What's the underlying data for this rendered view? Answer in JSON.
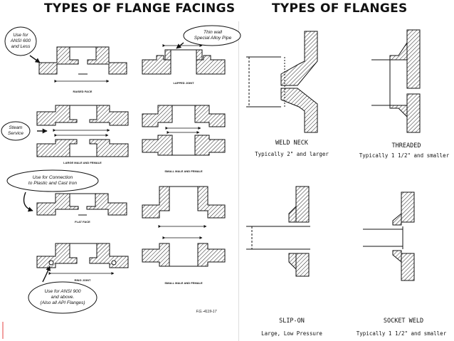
{
  "left_panel": {
    "title": "TYPES OF FLANGE FACINGS",
    "facings": [
      {
        "label": "RAISED FACE"
      },
      {
        "label": "LAPPED JOINT"
      },
      {
        "label": "LARGE MALE AND FEMALE"
      },
      {
        "label": "SMALL MALE AND FEMALE"
      },
      {
        "label": "FLAT FACE"
      },
      {
        "label": "RING JOINT"
      },
      {
        "label": "SMALL MALE AND FEMALE"
      }
    ],
    "notes": {
      "ansi600": [
        "Use for",
        "ANSI 600",
        "and Less"
      ],
      "thin_wall": [
        "Thin wall",
        "Special Alloy Pipe"
      ],
      "steam": [
        "Steam",
        "Service"
      ],
      "plastic": [
        "Use for Connection",
        "to Plastic and Cast Iron"
      ],
      "ansi900": [
        "Use for ANSI 900",
        "and above.",
        "(Also all API Flanges)"
      ]
    },
    "figure_ref": "F.G.-4119-17"
  },
  "right_panel": {
    "title": "TYPES OF FLANGES",
    "flanges": [
      {
        "name": "WELD NECK",
        "note": "Typically 2\" and larger"
      },
      {
        "name": "THREADED",
        "note": "Typically 1 1/2\" and smaller"
      },
      {
        "name": "SLIP-ON",
        "note": "Large, Low Pressure"
      },
      {
        "name": "SOCKET WELD",
        "note": "Typically 1 1/2\" and smaller"
      }
    ]
  }
}
